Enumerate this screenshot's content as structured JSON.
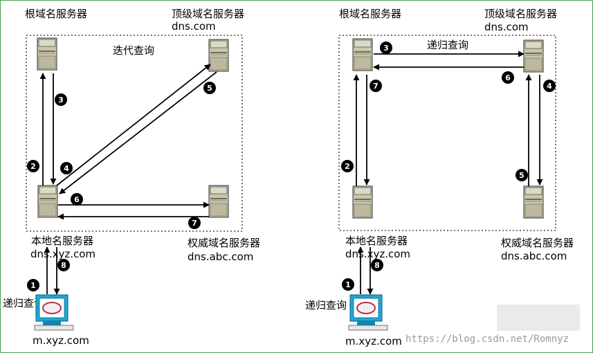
{
  "colors": {
    "outer_border": "#4aa04a",
    "box_border": "#222222",
    "arrow": "#000000",
    "server_body": "#c9c6aa",
    "screen_frame": "#1ea7d8",
    "screen_oval": "#b5314e",
    "badge": "#000000",
    "watermark": "#9a9a9a"
  },
  "left": {
    "root_label": "根域名服务器",
    "tld_label": "顶级域名服务器",
    "tld_domain": "dns.com",
    "method_label": "迭代查询",
    "local_label": "本地名服务器",
    "local_domain": "dns.xyz.com",
    "auth_label": "权威域名服务器",
    "auth_domain": "dns.abc.com",
    "client_label": "递归查询",
    "client_domain": "m.xyz.com",
    "steps": [
      "1",
      "2",
      "3",
      "4",
      "5",
      "6",
      "7",
      "8"
    ]
  },
  "right": {
    "root_label": "根域名服务器",
    "tld_label": "顶级域名服务器",
    "tld_domain": "dns.com",
    "method_label": "递归查询",
    "local_label": "本地名服务器",
    "local_domain": "dns.xyz.com",
    "auth_label": "权威域名服务器",
    "auth_domain": "dns.abc.com",
    "client_label": "递归查询",
    "client_domain": "m.xyz.com",
    "steps": [
      "1",
      "2",
      "3",
      "4",
      "5",
      "6",
      "7",
      "8"
    ]
  },
  "watermark": "https://blog.csdn.net/Romnyz",
  "icons": {
    "server": "server-tower-icon",
    "client": "desktop-computer-icon"
  }
}
